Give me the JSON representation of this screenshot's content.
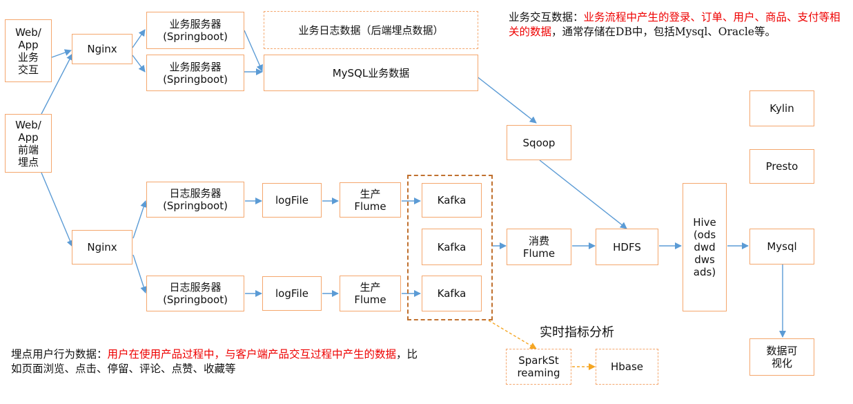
{
  "nodes": {
    "web_app_interact": "Web/\nApp\n业务\n交互",
    "web_app_tracking": "Web/\nApp\n前端\n埋点",
    "nginx_top": "Nginx",
    "nginx_bottom": "Nginx",
    "biz_server_1": "业务服务器\n(Springboot)",
    "biz_server_2": "业务服务器\n(Springboot)",
    "biz_log_data": "业务日志数据（后端埋点数据）",
    "mysql_biz_data": "MySQL业务数据",
    "sqoop": "Sqoop",
    "log_server_1": "日志服务器\n(Springboot)",
    "log_server_2": "日志服务器\n(Springboot)",
    "logfile_1": "logFile",
    "logfile_2": "logFile",
    "producer_flume_1": "生产\nFlume",
    "producer_flume_2": "生产\nFlume",
    "kafka_1": "Kafka",
    "kafka_2": "Kafka",
    "kafka_3": "Kafka",
    "consumer_flume": "消费\nFlume",
    "hdfs": "HDFS",
    "hive": "Hive\n(ods\ndwd\ndws\nads)",
    "kylin": "Kylin",
    "presto": "Presto",
    "mysql_out": "Mysql",
    "data_visual": "数据可\n视化",
    "spark_streaming": "SparkSt\nreaming",
    "hbase": "Hbase"
  },
  "realtime_title": "实时指标分析",
  "note_biz": {
    "label": "业务交互数据：",
    "highlight": "业务流程中产生的登录、订单、用户、商品、支付等相关的数据",
    "rest": "，通常存储在DB中，包括Mysql、Oracle等。"
  },
  "note_tracking": {
    "label": "埋点用户行为数据：",
    "highlight": "用户在使用产品过程中，与客户端产品交互过程中产生的数据",
    "rest": "，比如页面浏览、点击、停留、评论、点赞、收藏等"
  },
  "colors": {
    "box_border": "#f4a66c",
    "group_border": "#c0702e",
    "arrow": "#5b9bd5",
    "realtime_arrow": "#f5a623",
    "highlight_text": "#ee0000"
  }
}
